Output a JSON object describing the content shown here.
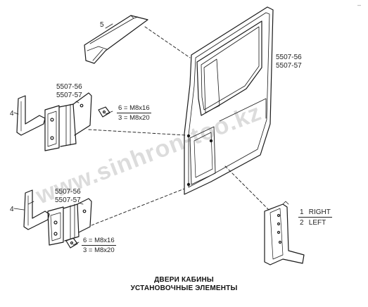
{
  "labels": {
    "part_5": "5",
    "door_code_a": "5507-56",
    "door_code_b": "5507-57",
    "hinge_upper_code_a": "5507-56",
    "hinge_upper_code_b": "5507-57",
    "hinge_lower_code_a": "5507-56",
    "hinge_lower_code_b": "5507-57",
    "part_4_upper": "4",
    "part_4_lower": "4",
    "bolt_upper_top": "6 = M8x16",
    "bolt_upper_bottom": "3 = M8x20",
    "bolt_lower_top": "6 = M8x16",
    "bolt_lower_bottom": "3 = M8x20",
    "right_num": "1",
    "right_text": "RIGHT",
    "left_num": "2",
    "left_text": "LEFT",
    "corner_mark": "–"
  },
  "caption": {
    "line1": "ДВЕРИ КАБИНЫ",
    "line2": "УСТАНОВОЧНЫЕ ЭЛЕМЕНТЫ"
  },
  "watermark": "www.sinhron-too.kz"
}
